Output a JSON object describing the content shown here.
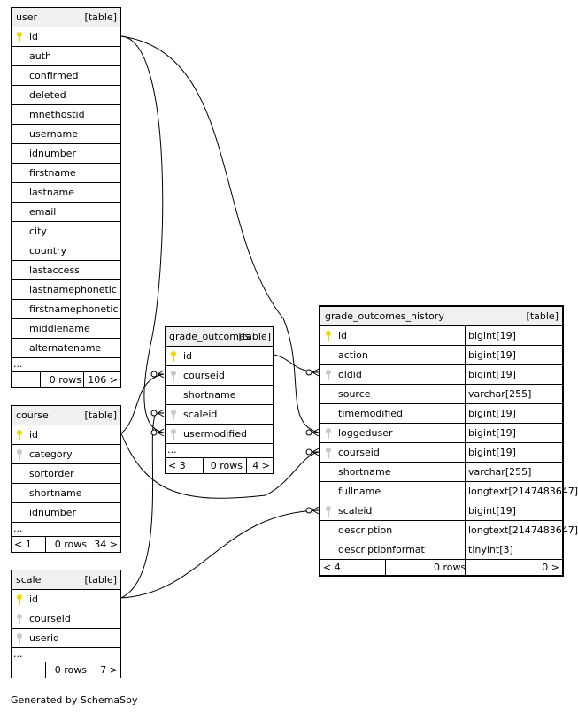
{
  "tables": {
    "user": {
      "name": "user",
      "type": "[table]",
      "columns": [
        "id",
        "auth",
        "confirmed",
        "deleted",
        "mnethostid",
        "username",
        "idnumber",
        "firstname",
        "lastname",
        "email",
        "city",
        "country",
        "lastaccess",
        "lastnamephonetic",
        "firstnamephonetic",
        "middlename",
        "alternatename"
      ],
      "ellipsis": "...",
      "rows": "0 rows",
      "children": "106 >",
      "parents": ""
    },
    "course": {
      "name": "course",
      "type": "[table]",
      "columns": [
        "id",
        "category",
        "sortorder",
        "shortname",
        "idnumber"
      ],
      "ellipsis": "...",
      "parents": "< 1",
      "rows": "0 rows",
      "children": "34 >"
    },
    "scale": {
      "name": "scale",
      "type": "[table]",
      "columns": [
        "id",
        "courseid",
        "userid"
      ],
      "ellipsis": "...",
      "parents": "",
      "rows": "0 rows",
      "children": "7 >"
    },
    "grade_outcomes": {
      "name": "grade_outcomes",
      "type": "[table]",
      "columns": [
        "id",
        "courseid",
        "shortname",
        "scaleid",
        "usermodified"
      ],
      "ellipsis": "...",
      "parents": "< 3",
      "rows": "0 rows",
      "children": "4 >"
    },
    "grade_outcomes_history": {
      "name": "grade_outcomes_history",
      "type": "[table]",
      "columns": [
        {
          "name": "id",
          "type": "bigint[19]"
        },
        {
          "name": "action",
          "type": "bigint[19]"
        },
        {
          "name": "oldid",
          "type": "bigint[19]"
        },
        {
          "name": "source",
          "type": "varchar[255]"
        },
        {
          "name": "timemodified",
          "type": "bigint[19]"
        },
        {
          "name": "loggeduser",
          "type": "bigint[19]"
        },
        {
          "name": "courseid",
          "type": "bigint[19]"
        },
        {
          "name": "shortname",
          "type": "varchar[255]"
        },
        {
          "name": "fullname",
          "type": "longtext[2147483647]"
        },
        {
          "name": "scaleid",
          "type": "bigint[19]"
        },
        {
          "name": "description",
          "type": "longtext[2147483647]"
        },
        {
          "name": "descriptionformat",
          "type": "tinyint[3]"
        }
      ],
      "parents": "< 4",
      "rows": "0 rows",
      "children": "0 >"
    }
  },
  "footer": "Generated by SchemaSpy"
}
